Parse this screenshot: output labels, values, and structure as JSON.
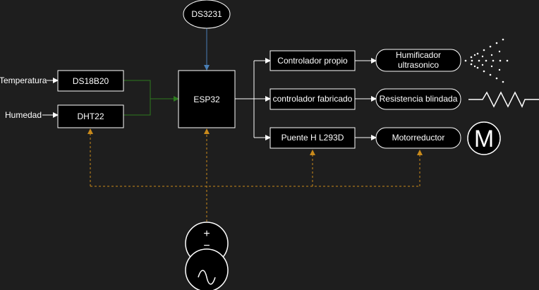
{
  "inputs": {
    "temperatura": "Temperatura",
    "humedad": "Humedad"
  },
  "blocks": {
    "ds3231": "DS3231",
    "ds18b20": "DS18B20",
    "dht22": "DHT22",
    "esp32": "ESP32",
    "controlador_propio": "Controlador propio",
    "controlador_fabricado": "controlador fabricado",
    "puente_h": "Puente H L293D",
    "humificador_line1": "Humificador",
    "humificador_line2": "ultrasonico",
    "resistencia": "Resistencia blindada",
    "motorreductor": "Motorreductor",
    "motor_symbol": "M"
  },
  "power": {
    "plus": "+",
    "minus": "−"
  },
  "colors": {
    "background": "#1e1e1e",
    "wire": "#ffffff",
    "sensor_link": "#2d7a1f",
    "rtc_link": "#4a7fb5",
    "power_link": "#c98a1b"
  }
}
